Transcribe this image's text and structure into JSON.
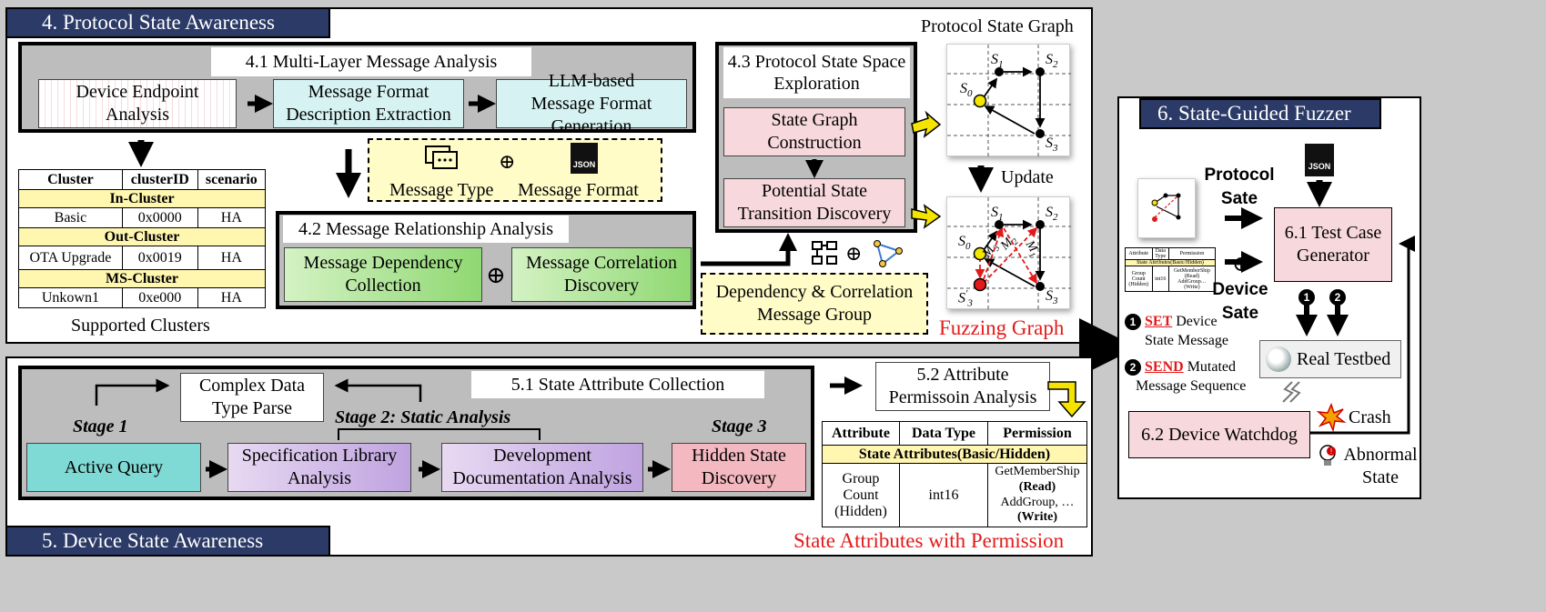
{
  "section4": {
    "title": "4. Protocol State Awareness",
    "s41": {
      "label": "4.1 Multi-Layer Message Analysis",
      "endpoint": "Device Endpoint Analysis",
      "format_desc": "Message Format Description Extraction",
      "llm_format": "LLM-based Message Format Generation"
    },
    "msg_type": "Message Type",
    "msg_format": "Message Format",
    "json_label": "JSON",
    "plus": "⊕",
    "s42": {
      "label": "4.2 Message Relationship Analysis",
      "dependency": "Message Dependency Collection",
      "correlation": "Message Correlation Discovery"
    },
    "s43": {
      "label": "4.3 Protocol State Space Exploration",
      "graph_construction": "State Graph Construction",
      "transition": "Potential State Transition Discovery"
    },
    "dep_group": "Dependency & Correlation Message Group",
    "cluster_table": {
      "headers": [
        "Cluster",
        "clusterID",
        "scenario"
      ],
      "groups": [
        {
          "name": "In-Cluster",
          "rows": [
            [
              "Basic",
              "0x0000",
              "HA"
            ]
          ]
        },
        {
          "name": "Out-Cluster",
          "rows": [
            [
              "OTA Upgrade",
              "0x0019",
              "HA"
            ]
          ]
        },
        {
          "name": "MS-Cluster",
          "rows": [
            [
              "Unkown1",
              "0xe000",
              "HA"
            ]
          ]
        }
      ],
      "caption": "Supported Clusters"
    },
    "psg_title": "Protocol State Graph",
    "update": "Update",
    "fuzzing_graph": "Fuzzing Graph",
    "states": {
      "s0": "S",
      "s1": "S",
      "s2": "S",
      "s3": "S",
      "s3p": "S"
    },
    "state_subs": {
      "s0": "0",
      "s1": "1",
      "s2": "2",
      "s3": "3",
      "s3p": "3",
      "s3p_prime": "'"
    },
    "msgs": {
      "m1": "M",
      "m2": "M",
      "m3": "M",
      "m1s": "1",
      "m2s": "2",
      "m3s": "3"
    }
  },
  "section5": {
    "title": "5. Device State Awareness",
    "s51": {
      "label": "5.1 State Attribute Collection",
      "complex": "Complex Data Type Parse",
      "stage1": "Stage 1",
      "stage2": "Stage 2: Static Analysis",
      "stage3": "Stage 3",
      "active_query": "Active Query",
      "spec_lib": "Specification Library Analysis",
      "dev_doc": "Development Documentation Analysis",
      "hidden": "Hidden State Discovery"
    },
    "s52": "5.2 Attribute Permissoin Analysis",
    "attr_table": {
      "headers": [
        "Attribute",
        "Data Type",
        "Permission"
      ],
      "group": "State Attributes(Basic/Hidden)",
      "attr": "Group Count (Hidden)",
      "dtype": "int16",
      "perm1": "GetMemberShip",
      "perm1b": "(Read)",
      "perm2": "AddGroup, …",
      "perm2b": "(Write)"
    },
    "caption": "State Attributes with Permission"
  },
  "section6": {
    "title": "6. State-Guided Fuzzer",
    "protocol_sate": "Protocol Sate",
    "device_sate": "Device Sate",
    "json_label": "JSON",
    "generator": "6.1 Test Case Generator",
    "step1_num": "1",
    "step1_kw": "SET",
    "step1_rest": " Device",
    "step1_line2": "State Message",
    "step2_num": "2",
    "step2_kw": "SEND",
    "step2_rest": " Mutated",
    "step2_line2": "Message Sequence",
    "testbed": "Real Testbed",
    "watchdog": "6.2 Device Watchdog",
    "crash": "Crash",
    "abnormal": "Abnormal State",
    "mini_table": {
      "headers": [
        "Attribute",
        "Data Type",
        "Permission"
      ],
      "group": "State Attributes(Basic/Hidden)",
      "attr": "Group Count (Hidden)",
      "dtype": "int16",
      "perm": "GetMemberShip (Read) AddGroup… (Write)"
    }
  },
  "colors": {
    "title_bg": "#2b3a66",
    "red": "#e31a1a",
    "yellow_arrow": "#f5e400"
  }
}
